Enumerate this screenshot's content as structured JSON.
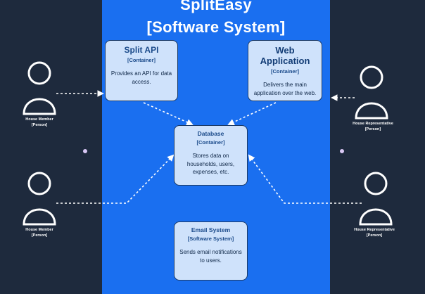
{
  "system": {
    "title": "SplitEasy",
    "subtitle": "[Software System]",
    "background_color": "#1a6ff0"
  },
  "colors": {
    "background": "#1e2a3d",
    "container_fill": "#cfe2fb",
    "container_border": "#1b3a66",
    "connector": "#ffffff",
    "dot": "#d9c8f5"
  },
  "containers": [
    {
      "name": "Split API",
      "kind": "[Container]",
      "description": "Provides an API for data access."
    },
    {
      "name": "Web Application",
      "kind": "[Container]",
      "description": "Delivers the main application over the web."
    },
    {
      "name": "Database",
      "kind": "[Container]",
      "description": "Stores data on households, users, expenses, etc."
    },
    {
      "name": "Email System",
      "kind": "[Software System]",
      "description": "Sends email notifications to users."
    }
  ],
  "persons": [
    {
      "name": "House Member",
      "kind": "[Person]",
      "icon": "person-icon"
    },
    {
      "name": "House Representative",
      "kind": "[Person]",
      "icon": "person-icon"
    },
    {
      "name": "House Member",
      "kind": "[Person]",
      "icon": "person-icon"
    },
    {
      "name": "House Representative",
      "kind": "[Person]",
      "icon": "person-icon"
    }
  ]
}
